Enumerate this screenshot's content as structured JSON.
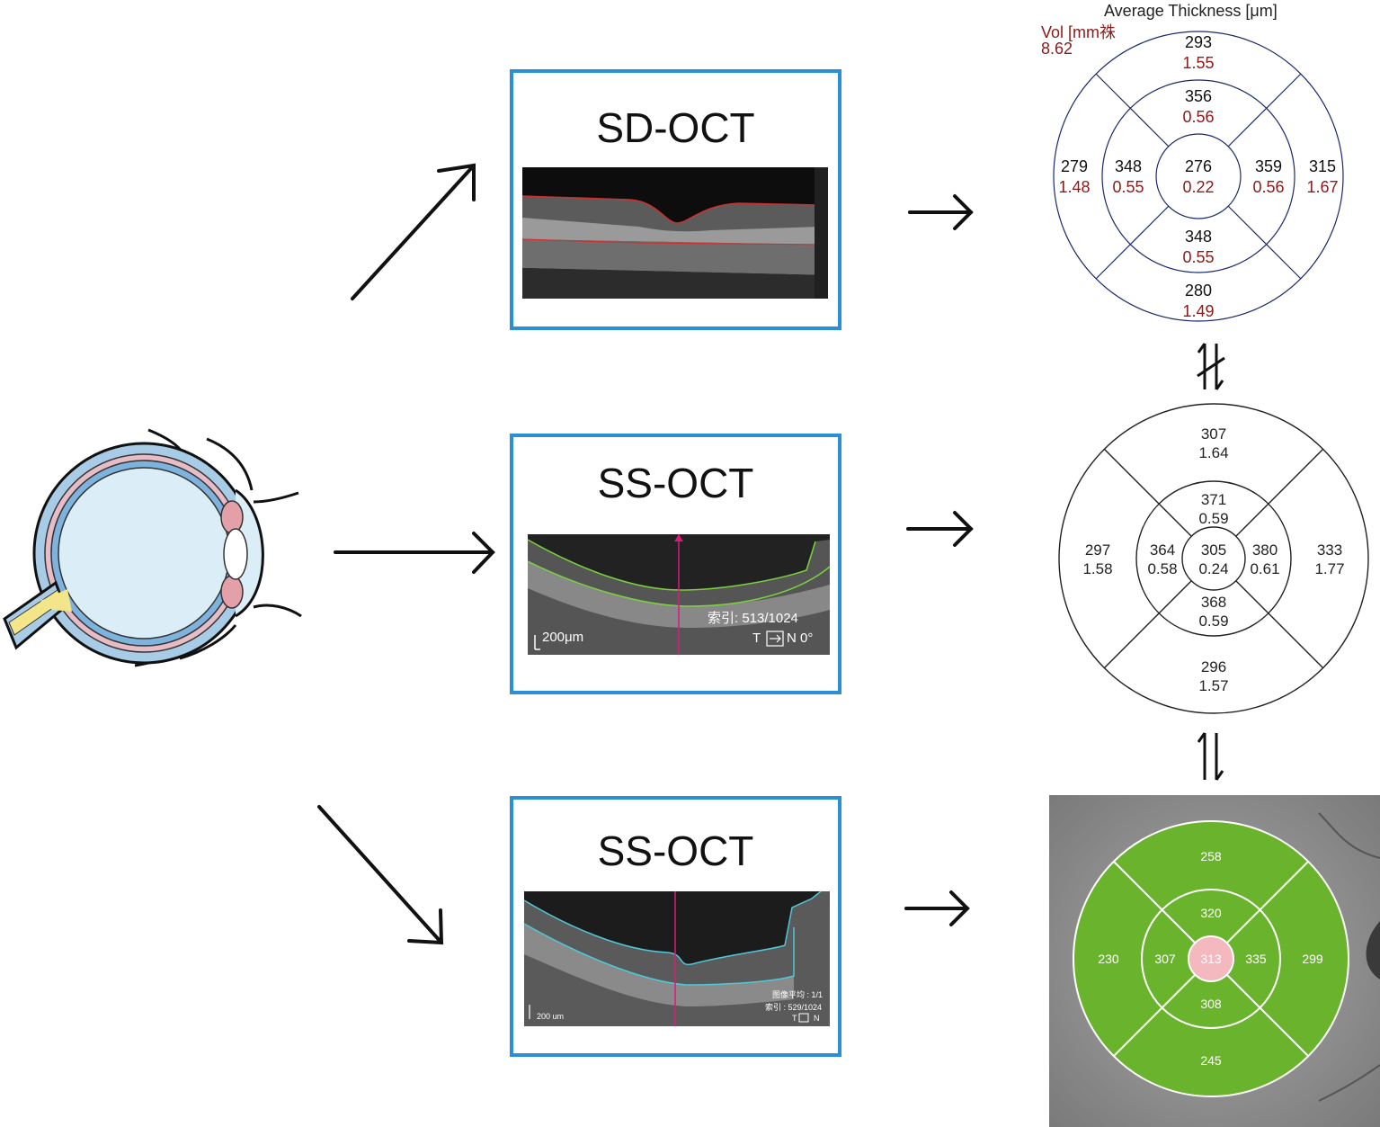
{
  "panels": {
    "sd": {
      "title": "SD-OCT"
    },
    "ss1": {
      "title": "SS-OCT",
      "index_text": "索引:  513/1024",
      "scale_text": "200μm",
      "orient_T": "T",
      "orient_N": "N 0°"
    },
    "ss2": {
      "title": "SS-OCT",
      "avg_text": "图像平均 : 1/1",
      "index_text": "索引 : 529/1024",
      "scale_text": "200 um",
      "orient_T": "T",
      "orient_N": "N"
    }
  },
  "map_sd": {
    "header": "Average Thickness [μm]",
    "vol_label": "Vol [mm祩",
    "vol_value": "8.62",
    "cells": {
      "outer_sup": [
        "293",
        "1.55"
      ],
      "inner_sup": [
        "356",
        "0.56"
      ],
      "outer_temp": [
        "279",
        "1.48"
      ],
      "inner_temp": [
        "348",
        "0.55"
      ],
      "center": [
        "276",
        "0.22"
      ],
      "inner_nasal": [
        "359",
        "0.56"
      ],
      "outer_nasal": [
        "315",
        "1.67"
      ],
      "inner_inf": [
        "348",
        "0.55"
      ],
      "outer_inf": [
        "280",
        "1.49"
      ]
    }
  },
  "map_ss1": {
    "cells": {
      "outer_sup": [
        "307",
        "1.64"
      ],
      "inner_sup": [
        "371",
        "0.59"
      ],
      "outer_temp": [
        "297",
        "1.58"
      ],
      "inner_temp": [
        "364",
        "0.58"
      ],
      "center": [
        "305",
        "0.24"
      ],
      "inner_nasal": [
        "380",
        "0.61"
      ],
      "outer_nasal": [
        "333",
        "1.77"
      ],
      "inner_inf": [
        "368",
        "0.59"
      ],
      "outer_inf": [
        "296",
        "1.57"
      ]
    }
  },
  "map_ss2": {
    "cells": {
      "outer_sup": "258",
      "inner_sup": "320",
      "outer_temp": "230",
      "inner_temp": "307",
      "center": "313",
      "inner_nasal": "335",
      "outer_nasal": "299",
      "inner_inf": "308",
      "outer_inf": "245"
    }
  },
  "colors": {
    "frame": "#2b8fd6",
    "vol": "#8b1a1a",
    "green": "#6ab42d",
    "center_pink": "#f4b8bf"
  }
}
